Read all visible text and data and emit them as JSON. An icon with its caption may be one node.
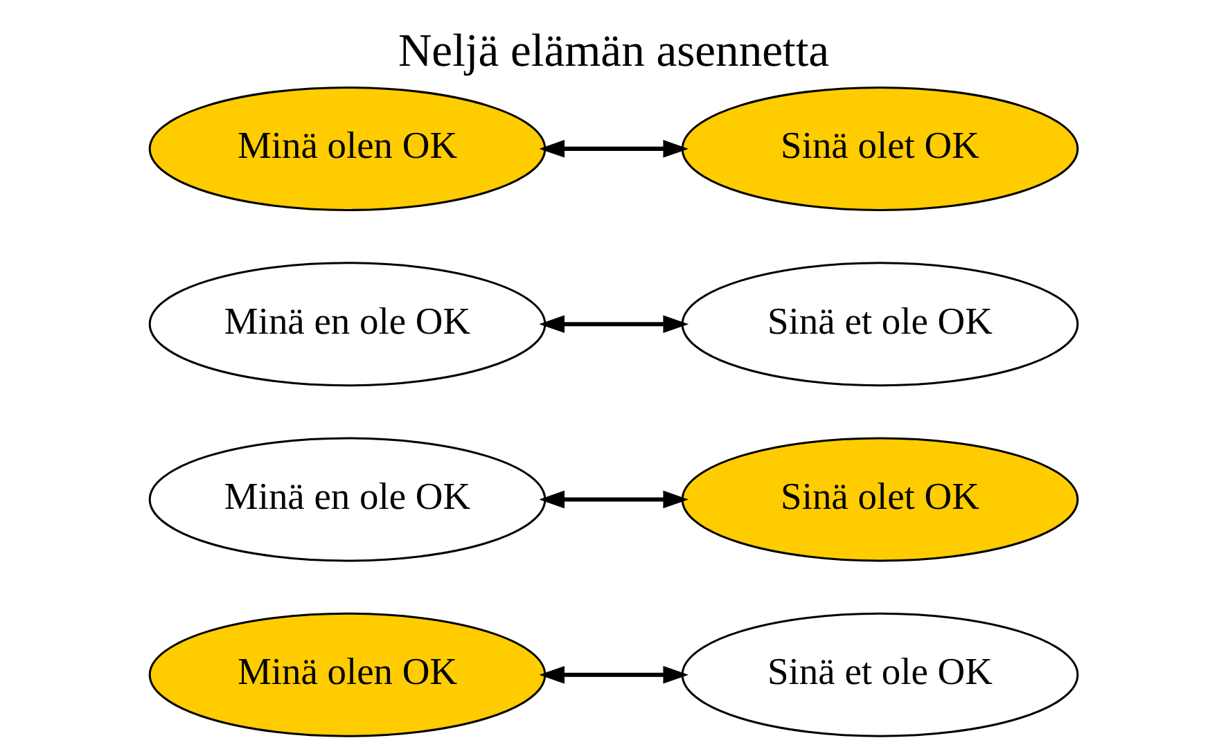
{
  "diagram": {
    "title": "Neljä elämän asennetta",
    "nodes": [
      {
        "text": [
          "Minä olen OK"
        ]
      },
      {
        "text": [
          "Sinä et ole OK"
        ]
      },
      {
        "text": [
          "Minä en ole OK"
        ]
      },
      {
        "text": [
          "Sinä olet OK"
        ]
      },
      {
        "text": [
          "Minä en ole OK"
        ]
      },
      {
        "text": [
          "Sinä et ole OK"
        ]
      },
      {
        "text": [
          "Minä olen OK"
        ]
      },
      {
        "text": [
          "Sinä olet OK"
        ]
      }
    ],
    "edges": [
      {
        "from": 0,
        "to": 1,
        "arrow": "both"
      },
      {
        "from": 2,
        "to": 3,
        "arrow": "both"
      },
      {
        "from": 4,
        "to": 5,
        "arrow": "both"
      },
      {
        "from": 6,
        "to": 7,
        "arrow": "both"
      }
    ]
  }
}
